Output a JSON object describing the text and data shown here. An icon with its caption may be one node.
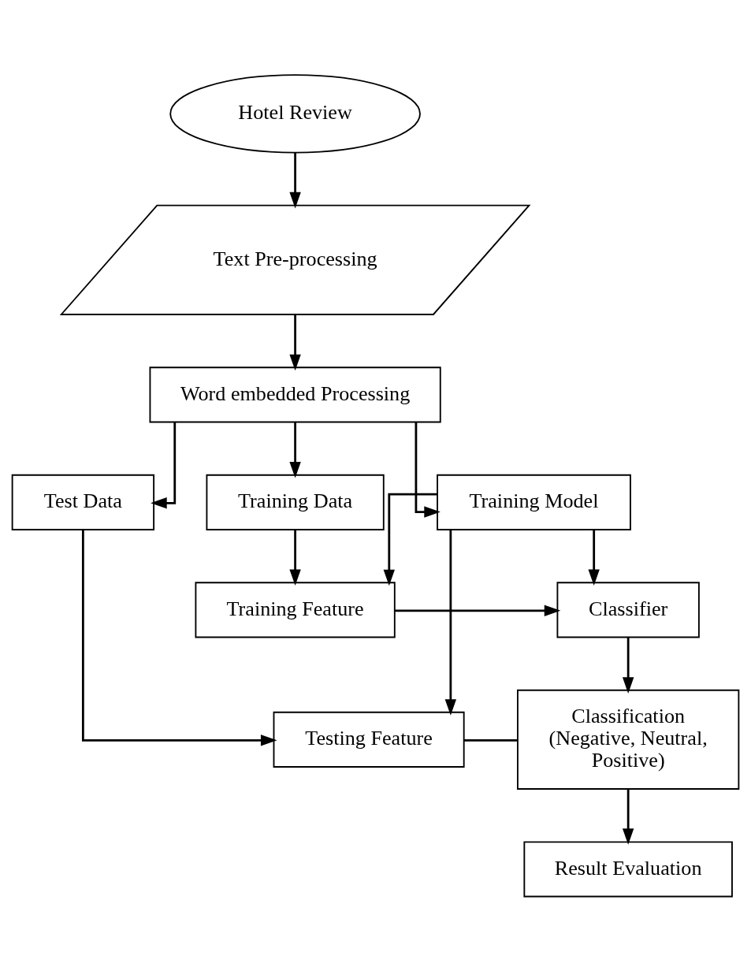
{
  "diagram": {
    "nodes": [
      {
        "text": [
          "Hotel Review"
        ]
      },
      {
        "text": [
          "Text Pre-processing"
        ]
      },
      {
        "text": [
          "Word embedded Processing"
        ]
      },
      {
        "text": [
          "Training Data"
        ]
      },
      {
        "text": [
          "Training Model"
        ]
      },
      {
        "text": [
          "Test Data"
        ]
      },
      {
        "text": [
          "Training Feature"
        ]
      },
      {
        "text": [
          "Classifier"
        ]
      },
      {
        "text": [
          "Classification (Negative, Neutral, Positive)"
        ]
      },
      {
        "text": [
          "Testing Feature"
        ]
      },
      {
        "text": [
          "Result Evaluation"
        ]
      }
    ],
    "edges": [
      {
        "from": 0,
        "to": 1,
        "arrow": "to"
      },
      {
        "from": 1,
        "to": 2,
        "arrow": "to"
      },
      {
        "from": 2,
        "to": 3,
        "arrow": "to"
      },
      {
        "from": 2,
        "to": 4,
        "arrow": "to"
      },
      {
        "from": 2,
        "to": 5,
        "arrow": "to"
      },
      {
        "from": 3,
        "to": 6,
        "arrow": "to"
      },
      {
        "from": 4,
        "to": 6,
        "arrow": "to"
      },
      {
        "from": 4,
        "to": 7,
        "arrow": "to"
      },
      {
        "from": 4,
        "to": 9,
        "arrow": "to"
      },
      {
        "from": 5,
        "to": 9,
        "arrow": "to"
      },
      {
        "from": 6,
        "to": 7,
        "arrow": "to"
      },
      {
        "from": 7,
        "to": 8,
        "arrow": "to"
      },
      {
        "from": 9,
        "to": 8,
        "arrow": "none"
      },
      {
        "from": 8,
        "to": 10,
        "arrow": "to"
      }
    ]
  }
}
